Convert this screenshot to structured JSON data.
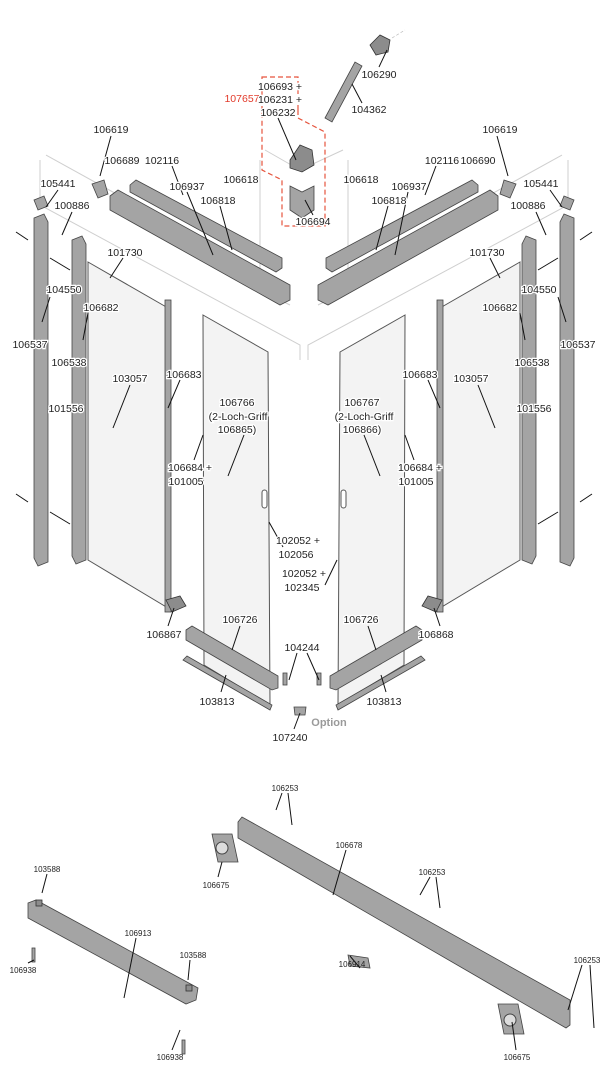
{
  "upper": {
    "kit_number": "107657",
    "kit_items": [
      "106693 +",
      "106231 +",
      "106232"
    ],
    "labels": {
      "p106290": "106290",
      "p104362": "104362",
      "p106619_l": "106619",
      "p106619_r": "106619",
      "p106689": "106689",
      "p106690": "106690",
      "p102116_l": "102116",
      "p102116_r": "102116",
      "p106937_l": "106937",
      "p106937_r": "106937",
      "p106618_l": "106618",
      "p106618_r": "106618",
      "p106818_l": "106818",
      "p106818_r": "106818",
      "p106694": "106694",
      "p105441_l": "105441",
      "p105441_r": "105441",
      "p100886_l": "100886",
      "p100886_r": "100886",
      "p101730_l": "101730",
      "p101730_r": "101730",
      "p104550_l": "104550",
      "p104550_r": "104550",
      "p106682_l": "106682",
      "p106682_r": "106682",
      "p106537_l": "106537",
      "p106537_r": "106537",
      "p106538_l": "106538",
      "p106538_r": "106538",
      "p103057_l": "103057",
      "p103057_r": "103057",
      "p106683_l": "106683",
      "p106683_r": "106683",
      "p101556_l": "101556",
      "p101556_r": "101556",
      "door_l": [
        "106766",
        "(2-Loch-Griff",
        "106865)"
      ],
      "door_r": [
        "106767",
        "(2-Loch-Griff",
        "106866)"
      ],
      "seal_l": [
        "106684 +",
        "101005"
      ],
      "seal_r": [
        "106684 +",
        "101005"
      ],
      "magnet_l": [
        "102052 +",
        "102056"
      ],
      "magnet_r": [
        "102052 +",
        "102345"
      ],
      "p106867": "106867",
      "p106868": "106868",
      "p106726_l": "106726",
      "p106726_r": "106726",
      "p104244": "104244",
      "p103813_l": "103813",
      "p103813_r": "103813",
      "option": "Option",
      "p107240": "107240"
    }
  },
  "lower": {
    "labels": {
      "p106253_a": "106253",
      "p106678": "106678",
      "p106675_a": "106675",
      "p103588_a": "103588",
      "p106253_b": "106253",
      "p106913": "106913",
      "p106253_c": "106253",
      "p103588_b": "103588",
      "p106914": "106914",
      "p106938_a": "106938",
      "p106938_b": "106938",
      "p106675_b": "106675"
    }
  },
  "colors": {
    "kit_highlight": "#e23a2a",
    "part": "#a4a4a4",
    "option_text": "#9a9a9a"
  }
}
